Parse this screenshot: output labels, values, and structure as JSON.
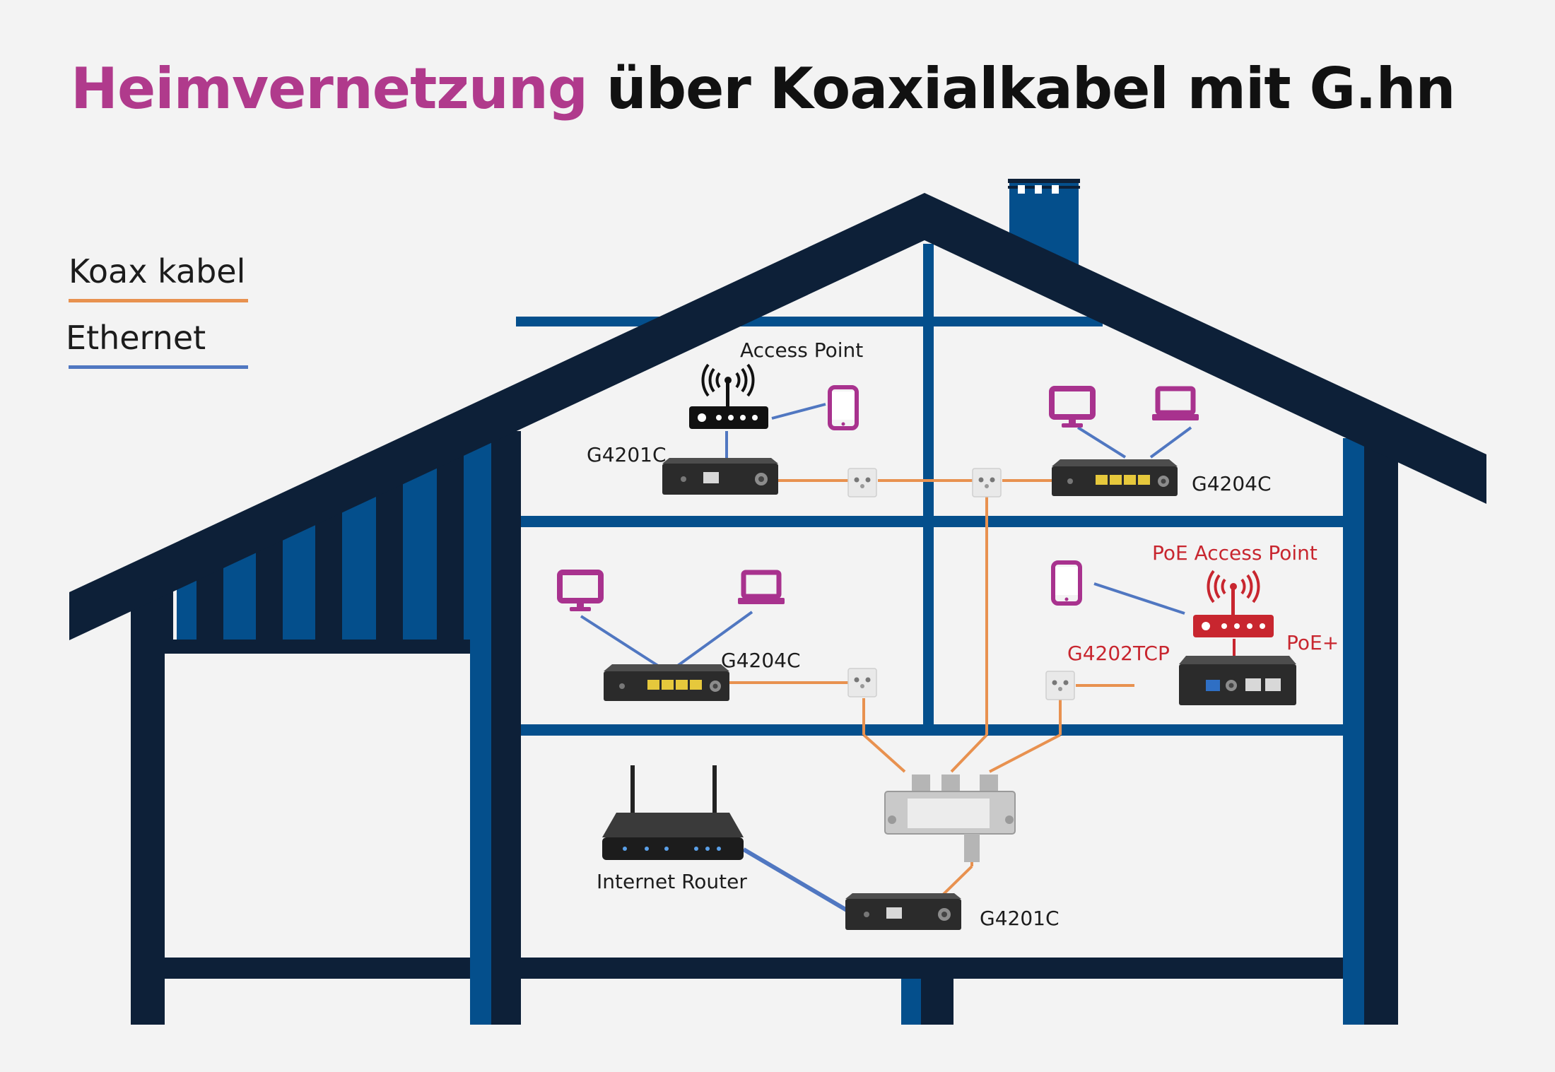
{
  "title": {
    "highlight": "Heimvernetzung",
    "rest": "über Koaxialkabel mit G.hn"
  },
  "legend": {
    "coax": "Koax kabel",
    "ethernet": "Ethernet"
  },
  "labels": {
    "access_point": "Access Point",
    "g4201c_top": "G4201C",
    "g4204c_top": "G4204C",
    "g4204c_mid": "G4204C",
    "poe_access_point": "PoE Access Point",
    "g4202tcp": "G4202TCP",
    "poe_plus": "PoE+",
    "internet_router": "Internet Router",
    "g4201c_bottom": "G4201C"
  },
  "colors": {
    "accent": "#b03a8c",
    "house_dark": "#0d2038",
    "house_blue": "#044f8c",
    "coax": "#e8914f",
    "ethernet": "#5077c1",
    "device_magenta": "#a8328e",
    "poe_red": "#c8262f",
    "device_body": "#2d2d2d"
  },
  "icons": [
    "wifi-router-icon",
    "smartphone-icon",
    "monitor-icon",
    "laptop-icon",
    "wall-socket-icon",
    "splitter-icon",
    "internet-router-icon",
    "gateway-device-icon"
  ]
}
